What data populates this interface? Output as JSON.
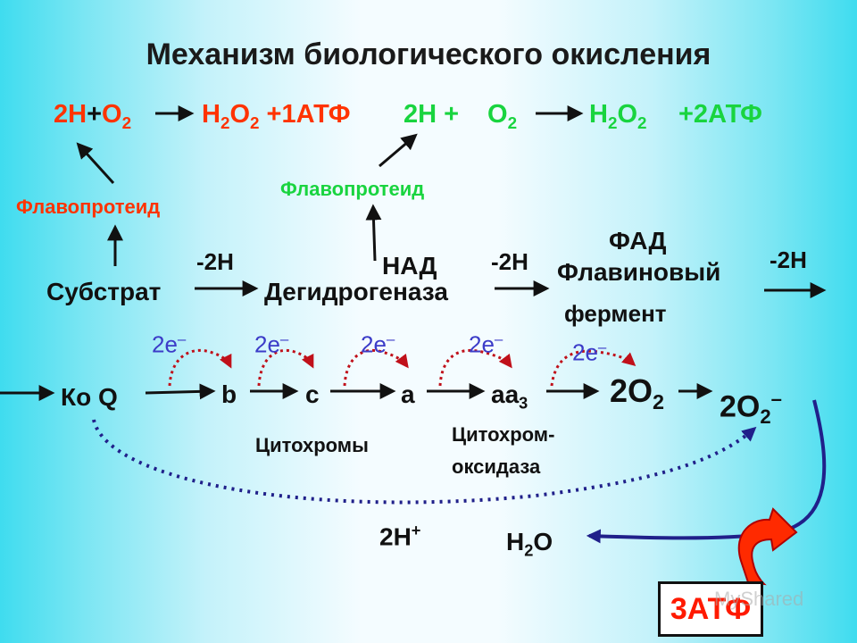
{
  "title": "Механизм биологического окисления",
  "equation_left": {
    "h2": "2H",
    "plus": "+",
    "o2": "O",
    "o2_sub": "2",
    "h2o2_h": "H",
    "h2o2_sub1": "2",
    "h2o2_o": "O",
    "h2o2_sub2": "2",
    "atp": " +1АТФ"
  },
  "equation_right": {
    "h2": "2H +",
    "o2": "O",
    "o2_sub": "2",
    "h2o2_h": "H",
    "h2o2_sub1": "2",
    "h2o2_o": "O",
    "h2o2_sub2": "2",
    "atp": "+2АТФ"
  },
  "flavoprotein_red": "Флавопротеид",
  "flavoprotein_green": "Флавопротеид",
  "chain_top": {
    "substrate": "Субстрат",
    "minus2h_1": "-2H",
    "dehydrogenase": "Дегидрогеназа",
    "nad": "НАД",
    "minus2h_2": "-2H",
    "fad": "ФАД",
    "flavin_enzyme_1": "Флавиновый",
    "flavin_enzyme_2": "фермент",
    "minus2h_3": "-2H"
  },
  "chain_bottom": {
    "coq": "Ко Q",
    "b": "b",
    "c": "c",
    "a": "a",
    "aa3": "aa",
    "aa3_sub": "3",
    "two_o2": "2O",
    "two_o2_sub": "2",
    "two_o2_ion": "2O",
    "two_o2_ion_sub": "2",
    "two_o2_ion_sup": "–"
  },
  "electrons": [
    "2e",
    "2e",
    "2e",
    "2e",
    "2e"
  ],
  "electron_sup": "–",
  "cytochromes": "Цитохромы",
  "cytochrome_oxidase_1": "Цитохром-",
  "cytochrome_oxidase_2": "оксидаза",
  "protons": "2H",
  "protons_sup": "+",
  "water_h": "H",
  "water_sub": "2",
  "water_o": "O",
  "atp_box": "3АТФ",
  "watermark": "MyShared",
  "colors": {
    "red": "#ff3300",
    "green": "#19d43f",
    "blue_text": "#3c3cc8",
    "navy_arrow": "#20208a",
    "dotted_red": "#c0101a"
  }
}
